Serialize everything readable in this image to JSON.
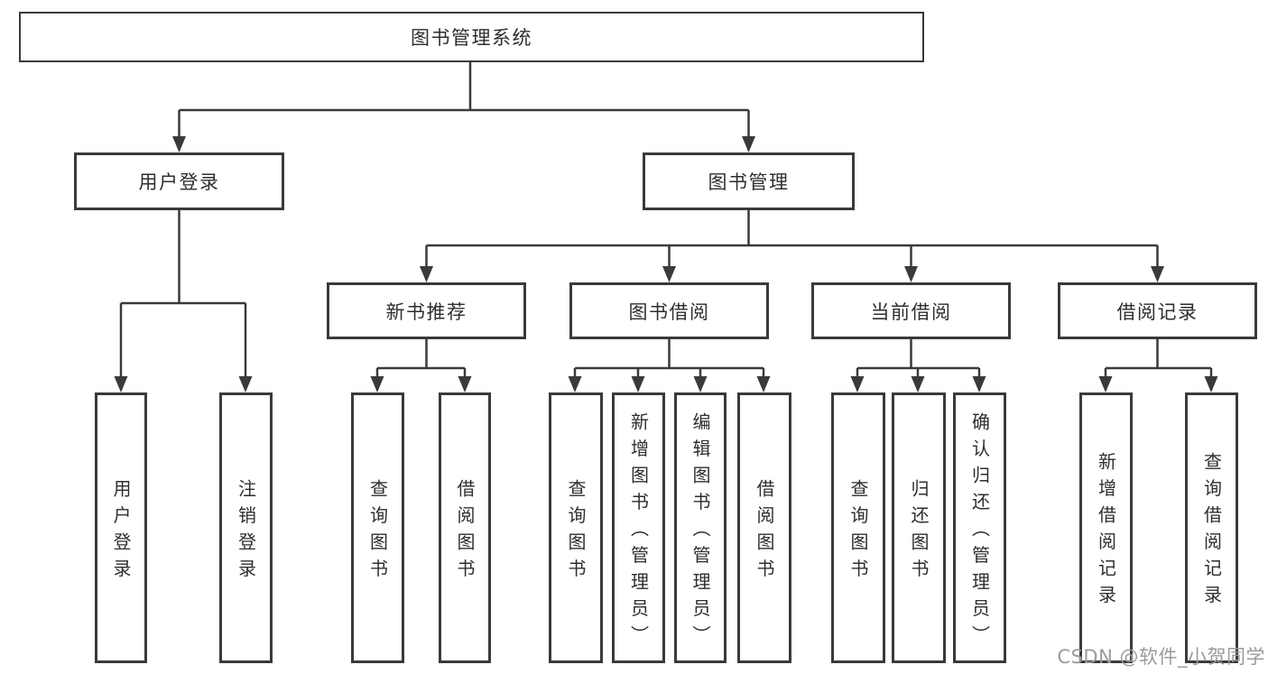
{
  "colors": {
    "line": "#3a3a3a",
    "text": "#2e2e2e",
    "watermark": "#9b9b9b",
    "background": "#ffffff"
  },
  "diagram": {
    "title": "图书管理系统",
    "root": {
      "label": "图书管理系统"
    },
    "level2": [
      {
        "label": "用户登录"
      },
      {
        "label": "图书管理"
      }
    ],
    "level3": [
      {
        "label": "新书推荐"
      },
      {
        "label": "图书借阅"
      },
      {
        "label": "当前借阅"
      },
      {
        "label": "借阅记录"
      }
    ],
    "leaves": [
      {
        "label": "用户登录"
      },
      {
        "label": "注销登录"
      },
      {
        "label": "查询图书"
      },
      {
        "label": "借阅图书"
      },
      {
        "label": "查询图书"
      },
      {
        "label": "新增图书（管理员）"
      },
      {
        "label": "编辑图书（管理员）"
      },
      {
        "label": "借阅图书"
      },
      {
        "label": "查询图书"
      },
      {
        "label": "归还图书"
      },
      {
        "label": "确认归还（管理员）"
      },
      {
        "label": "新增借阅记录"
      },
      {
        "label": "查询借阅记录"
      }
    ]
  },
  "watermark": {
    "text": "CSDN @软件_小贺同学"
  }
}
